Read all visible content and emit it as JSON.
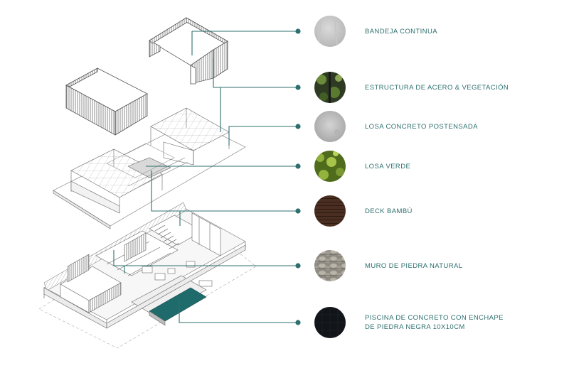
{
  "colors": {
    "accent": "#2f6f6f",
    "line_art": "#7a7a7a",
    "pool_water": "#1f6b6b"
  },
  "legend": [
    {
      "id": "bandeja",
      "lines": [
        "BANDEJA CONTINUA"
      ],
      "swatch": "sheet-metal-texture"
    },
    {
      "id": "estructura",
      "lines": [
        "ESTRUCTURA DE ACERO & VEGETACIÓN"
      ],
      "swatch": "steel-vegetation-texture"
    },
    {
      "id": "losa-concreto",
      "lines": [
        "LOSA CONCRETO POSTENSADA"
      ],
      "swatch": "concrete-texture"
    },
    {
      "id": "losa-verde",
      "lines": [
        "LOSA VERDE"
      ],
      "swatch": "green-roof-texture"
    },
    {
      "id": "deck",
      "lines": [
        "DECK BAMBÚ"
      ],
      "swatch": "bamboo-deck-texture"
    },
    {
      "id": "muro",
      "lines": [
        "MURO DE PIEDRA NATURAL"
      ],
      "swatch": "natural-stone-texture"
    },
    {
      "id": "piscina",
      "lines": [
        "PISCINA DE CONCRETO CON ENCHAPE",
        "DE PIEDRA NEGRA 10X10CM"
      ],
      "swatch": "black-stone-texture"
    }
  ]
}
